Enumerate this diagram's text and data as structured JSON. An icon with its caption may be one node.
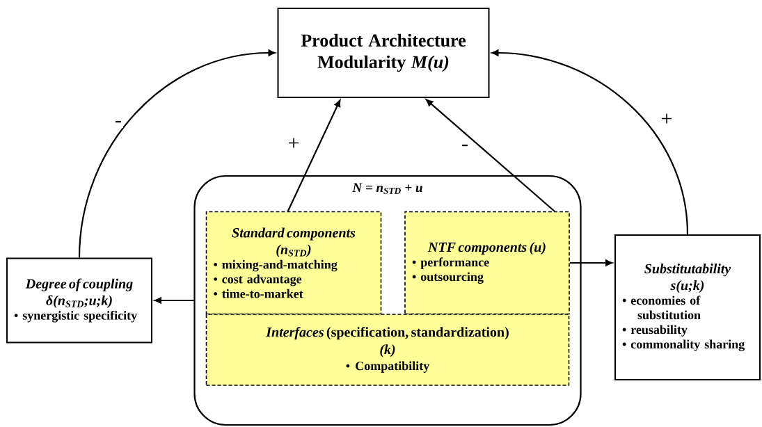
{
  "diagram": {
    "nodes": [
      {
        "text": [
          "Product Architecture Modularity *M(u)*"
        ]
      },
      {
        "text": [
          "N = n$_{STD}$ + u"
        ]
      },
      {
        "text": [
          "Standard components (n$_{STD}$)",
          "• mixing-and-matching",
          "• cost advantage",
          "• time-to-market"
        ],
        "in": 1
      },
      {
        "text": [
          "NTF components (u)",
          "• performance",
          "• outsourcing"
        ],
        "in": 1
      },
      {
        "text": [
          "*Interfaces* (specification, standardization)",
          "(k)",
          "• Compatibility"
        ],
        "in": 1
      },
      {
        "text": [
          "Degree of coupling",
          "δ(n$_{STD}$;u;k)",
          "• synergistic specificity"
        ]
      },
      {
        "text": [
          "Substitutability",
          "s(u;k)",
          "• economies of substitution",
          "• reusability",
          "• commonality sharing"
        ]
      }
    ],
    "edges": [
      {
        "from": 5,
        "to": 0,
        "arrow": "to",
        "label": "-"
      },
      {
        "from": 2,
        "to": 0,
        "arrow": "to",
        "label": "+"
      },
      {
        "from": 3,
        "to": 0,
        "arrow": "to",
        "label": "-"
      },
      {
        "from": 6,
        "to": 0,
        "arrow": "to",
        "label": "+"
      },
      {
        "from": 1,
        "to": 5,
        "arrow": "to"
      },
      {
        "from": 3,
        "to": 6,
        "arrow": "to"
      }
    ]
  }
}
